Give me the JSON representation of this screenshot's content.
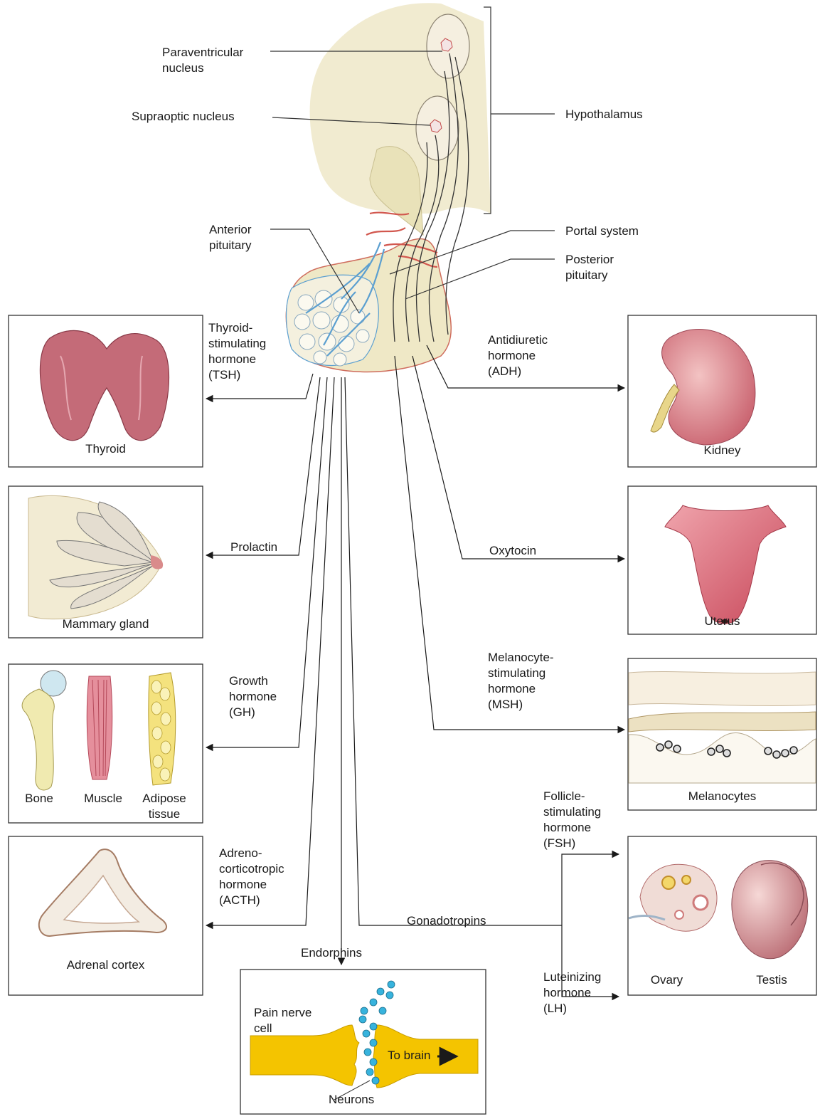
{
  "diagram": {
    "structures": {
      "paraventricular": "Paraventricular\nnucleus",
      "supraoptic": "Supraoptic nucleus",
      "hypothalamus": "Hypothalamus",
      "anterior_pituitary": "Anterior\npituitary",
      "portal_system": "Portal system",
      "posterior_pituitary": "Posterior\npituitary"
    },
    "hormones": {
      "tsh": "Thyroid-\nstimulating\nhormone\n(TSH)",
      "prolactin": "Prolactin",
      "gh": "Growth\nhormone\n(GH)",
      "acth": "Adreno-\ncorticotropic\nhormone\n(ACTH)",
      "endorphins": "Endorphins",
      "gonadotropins": "Gonadotropins",
      "adh": "Antidiuretic\nhormone\n(ADH)",
      "oxytocin": "Oxytocin",
      "msh": "Melanocyte-\nstimulating\nhormone\n(MSH)",
      "fsh": "Follicle-\nstimulating\nhormone\n(FSH)",
      "lh": "Luteinizing\nhormone\n(LH)"
    },
    "targets": {
      "thyroid": "Thyroid",
      "mammary": "Mammary gland",
      "bone": "Bone",
      "muscle": "Muscle",
      "adipose": "Adipose\ntissue",
      "adrenal": "Adrenal cortex",
      "kidney": "Kidney",
      "uterus": "Uterus",
      "melanocytes": "Melanocytes",
      "ovary": "Ovary",
      "testis": "Testis"
    },
    "neuron_panel": {
      "pain_nerve": "Pain nerve\ncell",
      "to_brain": "To brain",
      "neurons": "Neurons"
    }
  },
  "colors": {
    "tissue": "#ede6c4",
    "vessel_red": "#d2584f",
    "vessel_blue": "#5b9fd0",
    "organ_pink": "#cc6d79",
    "neuron_yellow": "#f4c400",
    "transmitter": "#37b3dd"
  }
}
